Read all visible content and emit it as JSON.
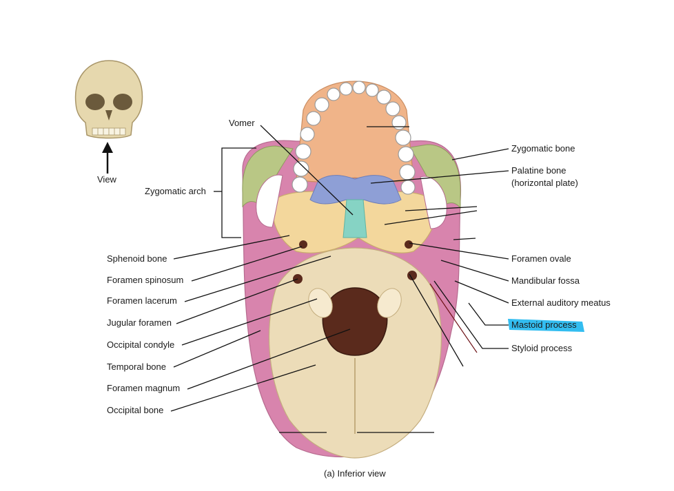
{
  "labels": {
    "vomer": "Vomer",
    "zygomatic_arch": "Zygomatic arch",
    "view": "View",
    "sphenoid_bone": "Sphenoid bone",
    "foramen_spinosum": "Foramen spinosum",
    "foramen_lacerum": "Foramen lacerum",
    "jugular_foramen": "Jugular foramen",
    "occipital_condyle": "Occipital condyle",
    "temporal_bone": "Temporal bone",
    "foramen_magnum": "Foramen magnum",
    "occipital_bone": "Occipital bone",
    "zygomatic_bone": "Zygomatic bone",
    "palatine_bone_1": "Palatine bone",
    "palatine_bone_2": "(horizontal plate)",
    "foramen_ovale": "Foramen ovale",
    "mandibular_fossa": "Mandibular fossa",
    "external_auditory_meatus": "External auditory meatus",
    "mastoid_process": "Mastoid process",
    "styloid_process": "Styloid process"
  },
  "caption": "(a) Inferior view",
  "colors": {
    "maxilla": "#f0b489",
    "palatine": "#8e9fd6",
    "vomer": "#86d3c4",
    "sphenoid": "#f3d79c",
    "temporal": "#d884ad",
    "zygomatic": "#b9c785",
    "occipital": "#ecdcb8",
    "highlight": "#33bdf0"
  }
}
